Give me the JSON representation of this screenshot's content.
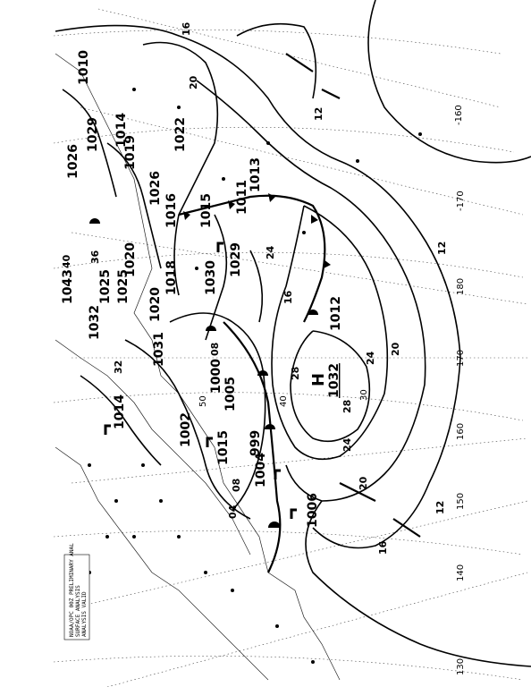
{
  "map": {
    "header_lines": [
      "NOAA/OPC 00Z PRELIMINARY ANAL",
      "SURFACE ANALYSIS",
      "ANALYSIS VALID"
    ],
    "high_center": {
      "symbol": "H",
      "pressure": "1032"
    },
    "pressure_labels": [
      "1010",
      "1026",
      "1029",
      "1019",
      "1014",
      "1022",
      "1013",
      "1011",
      "1026",
      "1016",
      "1015",
      "1018",
      "1020",
      "1025",
      "1030",
      "1029",
      "1043",
      "1025",
      "1031",
      "1020",
      "1032",
      "1012",
      "1014",
      "1000",
      "1002",
      "1005",
      "1015",
      "999",
      "1004",
      "1006"
    ],
    "isobar_labels": [
      "12",
      "16",
      "20",
      "24",
      "28",
      "08",
      "04",
      "36",
      "40",
      "32"
    ],
    "longitude_labels": [
      "-160",
      "-170",
      "180",
      "170",
      "160",
      "150",
      "140",
      "130"
    ],
    "latitude_labels": [
      "30",
      "40",
      "50"
    ]
  }
}
